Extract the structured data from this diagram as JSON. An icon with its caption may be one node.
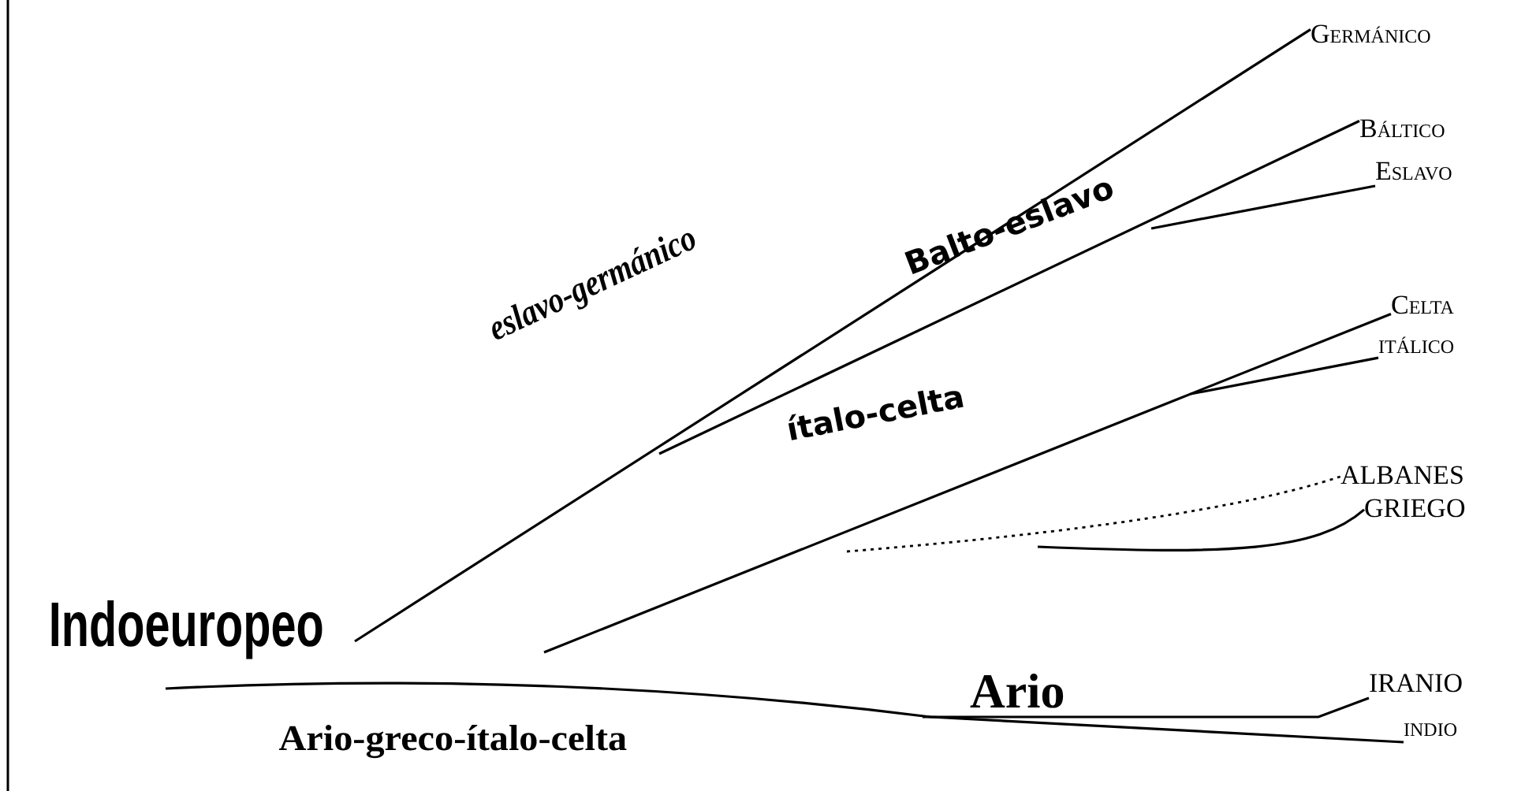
{
  "diagram": {
    "nodes": [
      {
        "text": [
          "Germánico"
        ]
      },
      {
        "text": [
          "Báltico"
        ]
      },
      {
        "text": [
          "Eslavo"
        ]
      },
      {
        "text": [
          "Celta"
        ]
      },
      {
        "text": [
          "itálico"
        ]
      },
      {
        "text": [
          "ALBANES"
        ]
      },
      {
        "text": [
          "GRIEGO"
        ]
      },
      {
        "text": [
          "IRANIO"
        ]
      },
      {
        "text": [
          "indio"
        ]
      }
    ],
    "edges": [
      {
        "from": null,
        "to": 0,
        "arrow": "none"
      },
      {
        "from": null,
        "to": 1,
        "arrow": "none"
      },
      {
        "from": null,
        "to": 2,
        "arrow": "none"
      },
      {
        "from": null,
        "to": 3,
        "arrow": "none"
      },
      {
        "from": null,
        "to": 4,
        "arrow": "none"
      },
      {
        "from": null,
        "to": 5,
        "arrow": "none",
        "style": "dashed"
      },
      {
        "from": null,
        "to": 6,
        "arrow": "none"
      },
      {
        "from": null,
        "to": 7,
        "arrow": "none"
      },
      {
        "from": null,
        "to": 8,
        "arrow": "none"
      }
    ],
    "labels": [
      "eslavo-germánico",
      "Balto-eslavo",
      "ítalo-celta",
      "Indoeuropeo",
      "Ario",
      "Ario-greco-ítalo-celta"
    ]
  }
}
